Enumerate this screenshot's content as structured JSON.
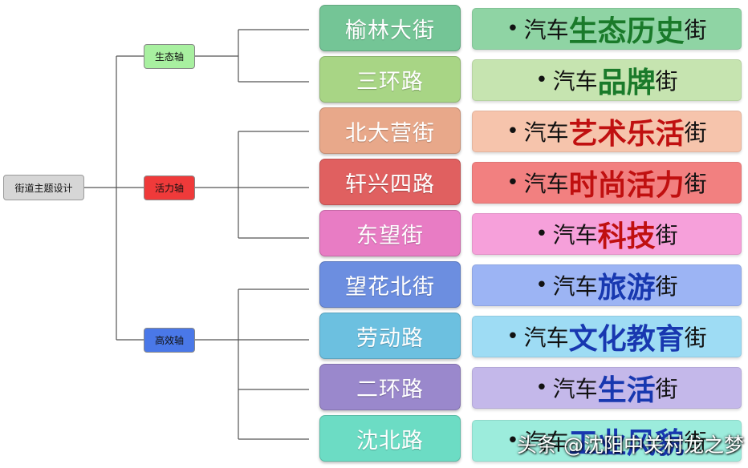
{
  "colors": {
    "root": "#d6d6d6",
    "axis_eco": "#a8f0a0",
    "axis_vitality": "#ef3a3a",
    "axis_efficient": "#4a78e8",
    "line": "#555555"
  },
  "root": {
    "label": "街道主题设计"
  },
  "axes": [
    {
      "label": "生态轴",
      "color": "#a8f0a0"
    },
    {
      "label": "活力轴",
      "color": "#ef3a3a"
    },
    {
      "label": "高效轴",
      "color": "#4a78e8"
    }
  ],
  "streets": [
    {
      "name": "榆林大街",
      "color": "#74c596",
      "theme": {
        "bullet": "•",
        "prefix": "汽车",
        "emphasis": "生态历史",
        "suffix": "街",
        "emphasis_color": "#1a7a2a",
        "bg": "#8fd4a4"
      }
    },
    {
      "name": "三环路",
      "color": "#a8d585",
      "theme": {
        "bullet": "•",
        "prefix": "汽车",
        "emphasis": "品牌",
        "suffix": "街",
        "emphasis_color": "#1a7a2a",
        "bg": "#c6e4b0"
      }
    },
    {
      "name": "北大营街",
      "color": "#e8a88a",
      "theme": {
        "bullet": "•",
        "prefix": "汽车",
        "emphasis": "艺术乐活",
        "suffix": "街",
        "emphasis_color": "#c01010",
        "bg": "#f6c4ac"
      }
    },
    {
      "name": "轩兴四路",
      "color": "#e06060",
      "theme": {
        "bullet": "•",
        "prefix": "汽车",
        "emphasis": "时尚活力",
        "suffix": "街",
        "emphasis_color": "#c01010",
        "bg": "#f28080"
      }
    },
    {
      "name": "东望街",
      "color": "#e87cc4",
      "theme": {
        "bullet": "•",
        "prefix": "汽车",
        "emphasis": "科技",
        "suffix": "街",
        "emphasis_color": "#c01010",
        "bg": "#f6a0da"
      }
    },
    {
      "name": "望花北街",
      "color": "#6c8ee0",
      "theme": {
        "bullet": "•",
        "prefix": "汽车",
        "emphasis": "旅游",
        "suffix": "街",
        "emphasis_color": "#1838b0",
        "bg": "#9cb4f4"
      }
    },
    {
      "name": "劳动路",
      "color": "#6cc0e0",
      "theme": {
        "bullet": "•",
        "prefix": "汽车",
        "emphasis": "文化教育",
        "suffix": "街",
        "emphasis_color": "#1838b0",
        "bg": "#9edcf4"
      }
    },
    {
      "name": "二环路",
      "color": "#9a88cc",
      "theme": {
        "bullet": "•",
        "prefix": "汽车",
        "emphasis": "生活",
        "suffix": "街",
        "emphasis_color": "#1838b0",
        "bg": "#c4b8ea"
      }
    },
    {
      "name": "沈北路",
      "color": "#6cdcc4",
      "theme": {
        "bullet": "•",
        "prefix": "汽车",
        "emphasis": "工业风貌",
        "suffix": "街",
        "emphasis_color": "#1838b0",
        "bg": "#9cecdc"
      }
    }
  ],
  "watermark": "头条 @沈阳中关村龙之梦"
}
